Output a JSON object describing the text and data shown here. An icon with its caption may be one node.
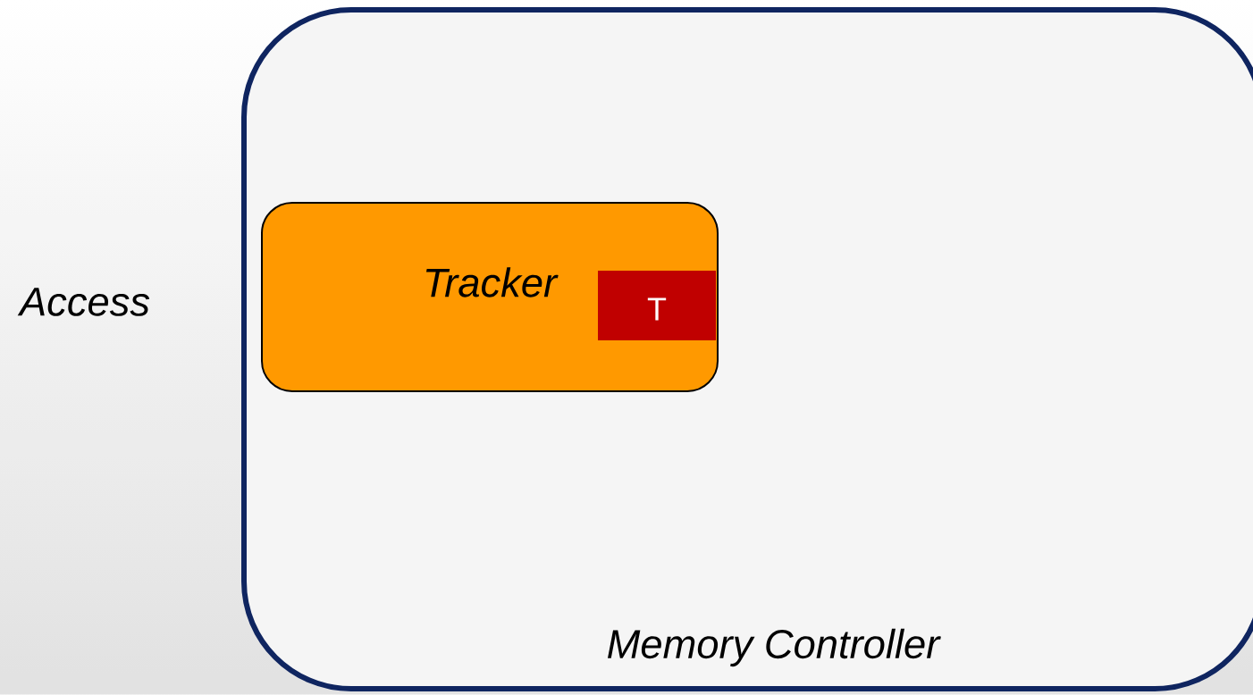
{
  "diagram": {
    "nodes": [
      {
        "text": [
          "Memory Controller"
        ]
      },
      {
        "text": [
          "Tracker"
        ],
        "in": 0
      },
      {
        "text": [
          "T"
        ],
        "in": 1
      }
    ],
    "labels": [
      "Access"
    ]
  }
}
